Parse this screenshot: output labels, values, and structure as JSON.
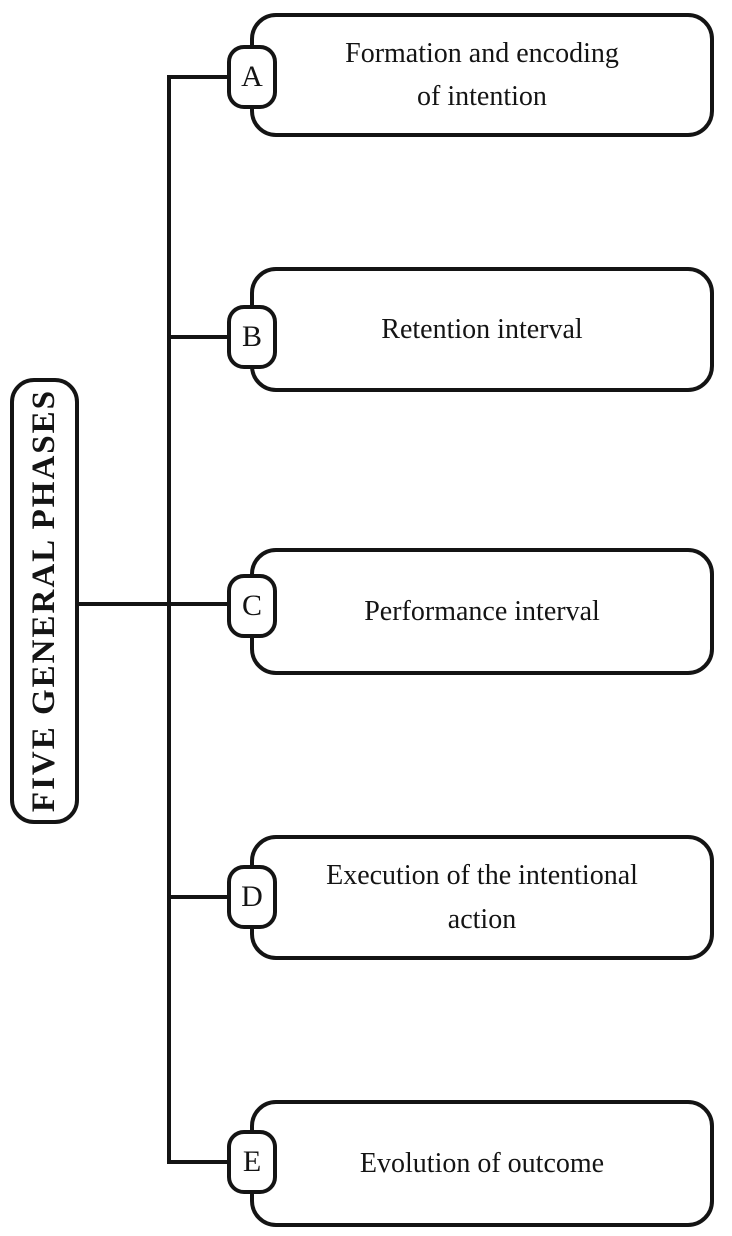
{
  "diagram": {
    "title": "FIVE GENERAL PHASES",
    "phases": [
      {
        "id": "A",
        "label": "Formation and encoding\nof intention"
      },
      {
        "id": "B",
        "label": "Retention interval"
      },
      {
        "id": "C",
        "label": "Performance interval"
      },
      {
        "id": "D",
        "label": "Execution of the intentional\naction"
      },
      {
        "id": "E",
        "label": "Evolution of outcome"
      }
    ],
    "colors": {
      "line": "#141414",
      "background": "#ffffff",
      "box_fill": "#ffffff"
    }
  }
}
